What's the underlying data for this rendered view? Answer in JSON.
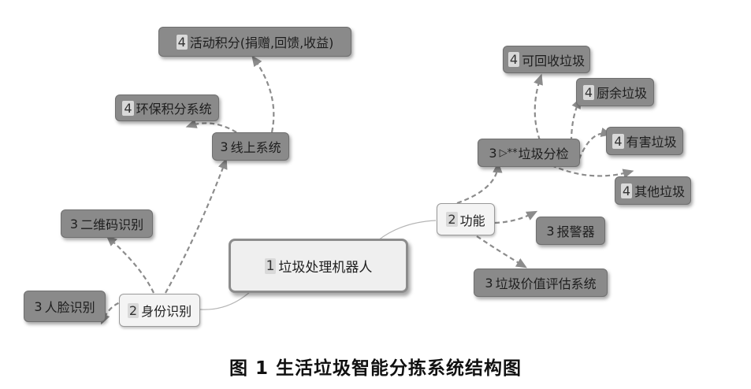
{
  "diagram": {
    "root": {
      "level": "1",
      "label": "垃圾处理机器人"
    },
    "branches": {
      "identity": {
        "level": "2",
        "label": "身份识别"
      },
      "function": {
        "level": "2",
        "label": "功能"
      }
    },
    "identity_children": {
      "face": {
        "level": "3",
        "label": "人脸识别"
      },
      "qrcode": {
        "level": "3",
        "label": "二维码识别"
      },
      "online": {
        "level": "3",
        "label": "线上系统"
      }
    },
    "online_children": {
      "eco_points": {
        "level": "4",
        "label": "环保积分系统"
      },
      "activity_points": {
        "level": "4",
        "label": "活动积分(捐赠,回馈,收益)"
      }
    },
    "function_children": {
      "sorting": {
        "level": "3",
        "flag": "▷**",
        "label": "垃圾分检"
      },
      "alarm": {
        "level": "3",
        "label": "报警器"
      },
      "valuation": {
        "level": "3",
        "label": "垃圾价值评估系统"
      }
    },
    "sorting_children": {
      "recyclable": {
        "level": "4",
        "label": "可回收垃圾"
      },
      "kitchen": {
        "level": "4",
        "label": "厨余垃圾"
      },
      "hazardous": {
        "level": "4",
        "label": "有害垃圾"
      },
      "other": {
        "level": "4",
        "label": "其他垃圾"
      }
    }
  },
  "caption": "图 1   生活垃圾智能分拣系统结构图",
  "colors": {
    "node_dark": "#8a8a8a",
    "node_light": "#f4f4f4",
    "connector": "#8c8c8c"
  }
}
